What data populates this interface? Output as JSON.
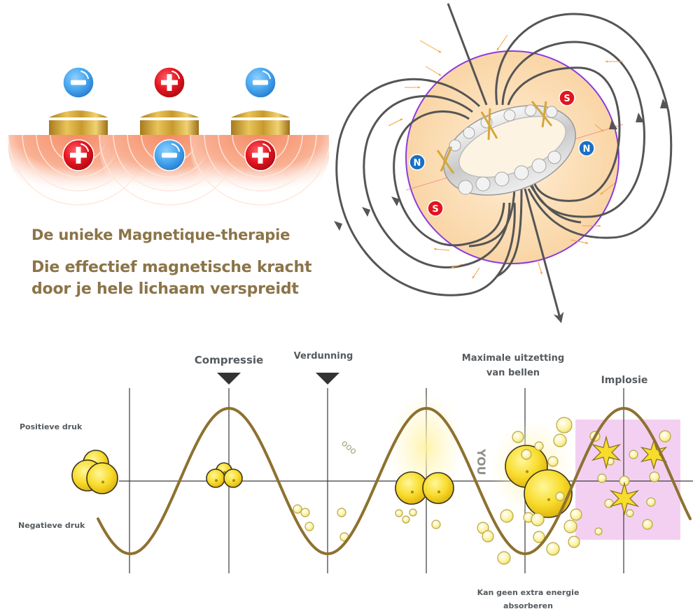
{
  "top_left": {
    "title": "Magnetische polariteit op de huid",
    "units": [
      {
        "above_charge": "−",
        "above_polarity": "negative",
        "below_charge": "+",
        "below_polarity": "positive"
      },
      {
        "above_charge": "+",
        "above_polarity": "positive",
        "below_charge": "−",
        "below_polarity": "negative"
      },
      {
        "above_charge": "−",
        "above_polarity": "negative",
        "below_charge": "+",
        "below_polarity": "positive"
      }
    ],
    "colors": {
      "negative": "#4aa6ec",
      "positive": "#e3141f",
      "gold": "#c9a033",
      "skin": "#f7a07a"
    }
  },
  "headline": {
    "line1": "De unieke Magnetique-therapie",
    "line2": "Die effectief magnetische kracht",
    "line3": "door je hele lichaam verspreidt",
    "color": "#8b7448"
  },
  "magnet": {
    "poles": [
      {
        "label": "S",
        "type": "south"
      },
      {
        "label": "N",
        "type": "north"
      },
      {
        "label": "N",
        "type": "north"
      },
      {
        "label": "S",
        "type": "south"
      }
    ],
    "colors": {
      "north": "#1a6fc4",
      "south": "#e3141f",
      "field_ring": "#8a3be0",
      "field_fill": "#fbdcb0",
      "field_lines": "#555555",
      "arrows": "#f5a03a"
    }
  },
  "wave": {
    "y_labels": {
      "positive": "Positieve druk",
      "negative": "Negatieve druk"
    },
    "stages": [
      {
        "label": "Compressie",
        "marker": true
      },
      {
        "label": "Verdunning",
        "marker": true
      },
      {
        "label": "Maximale uitzetting van bellen",
        "line1": "Maximale uitzetting",
        "line2": "van bellen",
        "marker": false
      },
      {
        "label": "Implosie",
        "marker": false
      }
    ],
    "footnote": {
      "line1": "Kan geen extra energie",
      "line2": "absorberen"
    },
    "stray_text": "YOU",
    "colors": {
      "wave": "#8e7130",
      "axis": "#3a3a3a",
      "bubble": "#f8dc2c",
      "bubble_edge": "#3a3320",
      "implosion_bg": "#f1c8ee",
      "label": "#555a5e"
    }
  }
}
